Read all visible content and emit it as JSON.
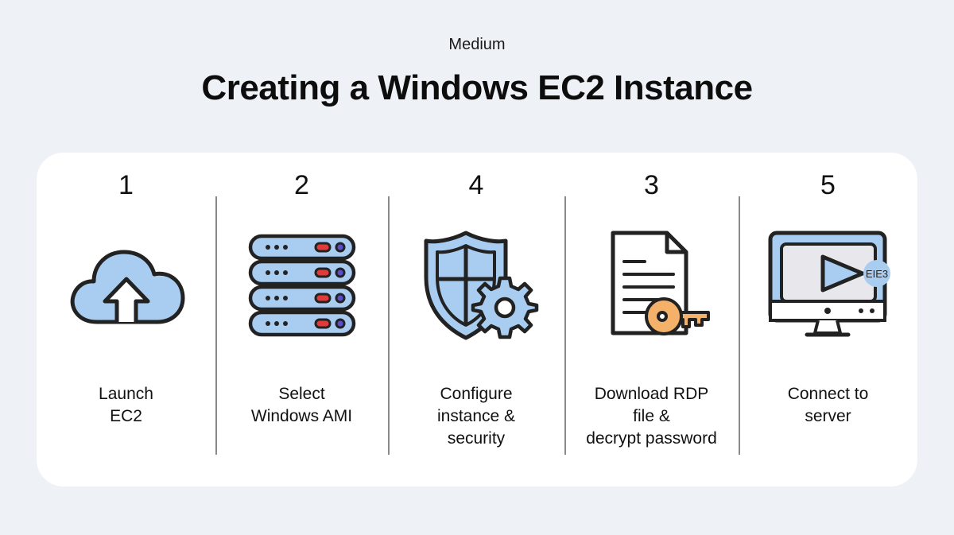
{
  "header": {
    "source": "Medium",
    "title": "Creating a Windows EC2 Instance"
  },
  "colors": {
    "background": "#eef2f7",
    "card": "#ffffff",
    "icon_fill": "#a9cdf0",
    "icon_stroke": "#222222",
    "accent_red": "#e23a3a",
    "accent_purple": "#5b4fcf",
    "key_orange": "#f4b16a"
  },
  "steps": [
    {
      "number": "1",
      "icon": "cloud-upload-icon",
      "label_lines": [
        "Launch",
        "EC2"
      ]
    },
    {
      "number": "2",
      "icon": "server-stack-icon",
      "label_lines": [
        "Select",
        "Windows AMI"
      ]
    },
    {
      "number": "4",
      "icon": "shield-gear-icon",
      "label_lines": [
        "Configure",
        "instance &",
        "security"
      ]
    },
    {
      "number": "3",
      "icon": "document-key-icon",
      "label_lines": [
        "Download RDP",
        "file &",
        "decrypt password"
      ]
    },
    {
      "number": "5",
      "icon": "monitor-play-icon",
      "label_lines": [
        "Connect to",
        "server"
      ],
      "badge": "EIE3"
    }
  ]
}
